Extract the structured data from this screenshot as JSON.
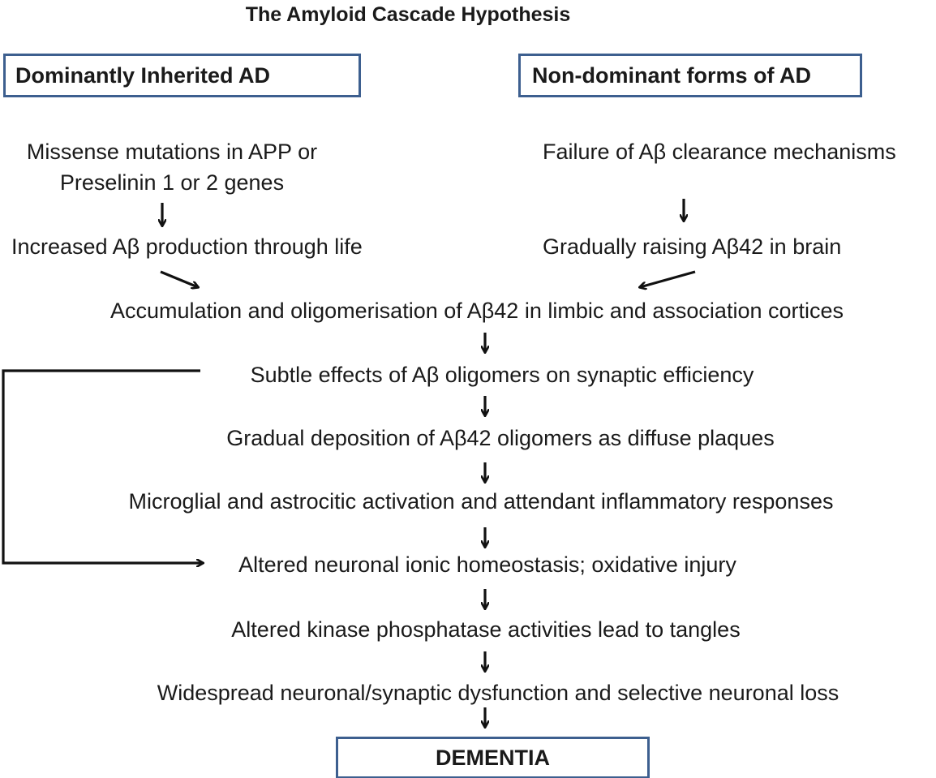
{
  "title": "The Amyloid Cascade Hypothesis",
  "boxes": {
    "dominant": "Dominantly Inherited AD",
    "non_dominant": "Non-dominant forms of AD",
    "dementia": "DEMENTIA"
  },
  "left_branch": {
    "line1": "Missense mutations in APP or",
    "line2": "Preselinin 1 or 2 genes",
    "step2": "Increased Aβ production through life"
  },
  "right_branch": {
    "step1": "Failure of Aβ clearance mechanisms",
    "step2": "Gradually raising Aβ42 in brain"
  },
  "cascade": [
    "Accumulation and oligomerisation of Aβ42 in limbic and association cortices",
    "Subtle effects of Aβ oligomers on synaptic efficiency",
    "Gradual deposition of Aβ42 oligomers as diffuse plaques",
    "Microglial and astrocitic activation and attendant inflammatory responses",
    "Altered neuronal ionic homeostasis; oxidative injury",
    "Altered kinase phosphatase activities lead to tangles",
    "Widespread neuronal/synaptic dysfunction and selective neuronal loss"
  ]
}
